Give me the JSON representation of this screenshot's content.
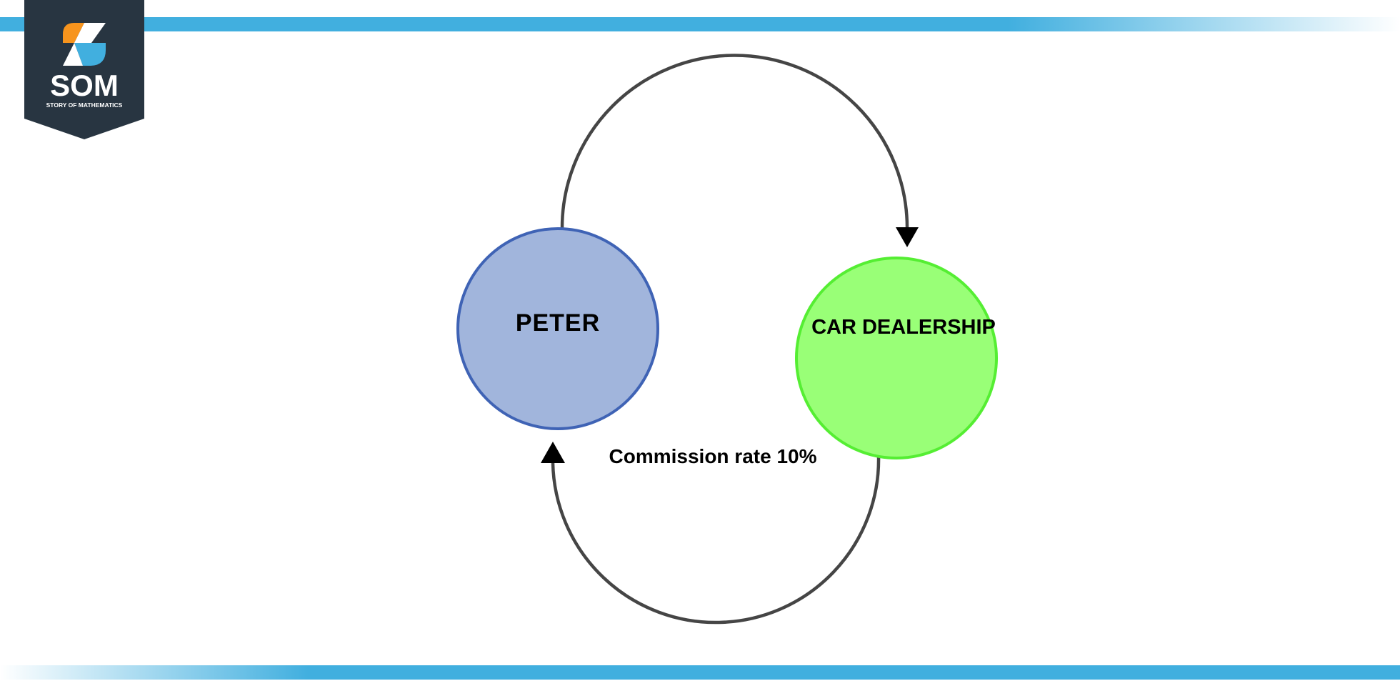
{
  "logo": {
    "name": "SOM",
    "tagline": "STORY OF MATHEMATICS"
  },
  "diagram": {
    "nodes": [
      {
        "id": "peter",
        "label": "PETER",
        "fill": "#A1B5DC",
        "stroke": "#3F63B5"
      },
      {
        "id": "car_dealership",
        "label": "CAR DEALERSHIP",
        "fill": "#99FF77",
        "stroke": "#55EE33"
      }
    ],
    "edges": [
      {
        "from": "peter",
        "to": "car_dealership",
        "label": ""
      },
      {
        "from": "car_dealership",
        "to": "peter",
        "label": "Commission rate 10%"
      }
    ],
    "bottom_edge_label": "Commission rate 10%"
  },
  "colors": {
    "accent_bar": "#41AFDF",
    "logo_bg": "#283541",
    "logo_orange": "#F7941D",
    "logo_blue": "#41AFDF",
    "edge": "#454545"
  }
}
